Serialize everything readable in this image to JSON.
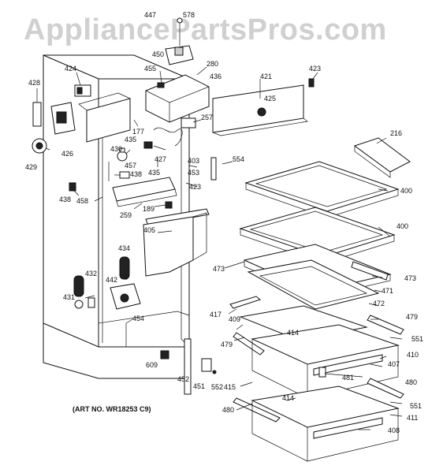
{
  "watermark": "AppliancePartsPros.com",
  "art_number": "(ART NO. WR18253 C9)",
  "callouts": [
    "447",
    "578",
    "450",
    "455",
    "280",
    "436",
    "421",
    "423",
    "425",
    "428",
    "424",
    "426",
    "429",
    "430",
    "435",
    "177",
    "427",
    "257",
    "216",
    "457",
    "438",
    "435b",
    "403",
    "554",
    "453",
    "423b",
    "400",
    "438b",
    "458",
    "259",
    "189",
    "400b",
    "405",
    "434",
    "473",
    "473b",
    "432",
    "442",
    "431",
    "454",
    "471",
    "472",
    "417",
    "409",
    "479",
    "414",
    "410",
    "551",
    "479b",
    "609",
    "452",
    "451",
    "552",
    "415",
    "407",
    "481",
    "480",
    "480b",
    "414b",
    "551b",
    "411",
    "408"
  ],
  "labels": {
    "p447": "447",
    "p578": "578",
    "p450": "450",
    "p455": "455",
    "p280": "280",
    "p436": "436",
    "p421": "421",
    "p423": "423",
    "p425": "425",
    "p428": "428",
    "p424": "424",
    "p426": "426",
    "p429": "429",
    "p430": "430",
    "p435": "435",
    "p177": "177",
    "p427": "427",
    "p257": "257",
    "p216": "216",
    "p457": "457",
    "p438": "438",
    "p435b": "435",
    "p403": "403",
    "p554": "554",
    "p453": "453",
    "p423b": "423",
    "p400": "400",
    "p438b": "438",
    "p458": "458",
    "p259": "259",
    "p189": "189",
    "p400b": "400",
    "p405": "405",
    "p434": "434",
    "p473": "473",
    "p473b": "473",
    "p432": "432",
    "p442": "442",
    "p431": "431",
    "p454": "454",
    "p471": "471",
    "p472": "472",
    "p417": "417",
    "p409": "409",
    "p479": "479",
    "p414": "414",
    "p410": "410",
    "p551": "551",
    "p479b": "479",
    "p609": "609",
    "p452": "452",
    "p451": "451",
    "p552": "552",
    "p415": "415",
    "p407": "407",
    "p481": "481",
    "p480": "480",
    "p480b": "480",
    "p414b": "414",
    "p551b": "551",
    "p411": "411",
    "p408": "408"
  }
}
